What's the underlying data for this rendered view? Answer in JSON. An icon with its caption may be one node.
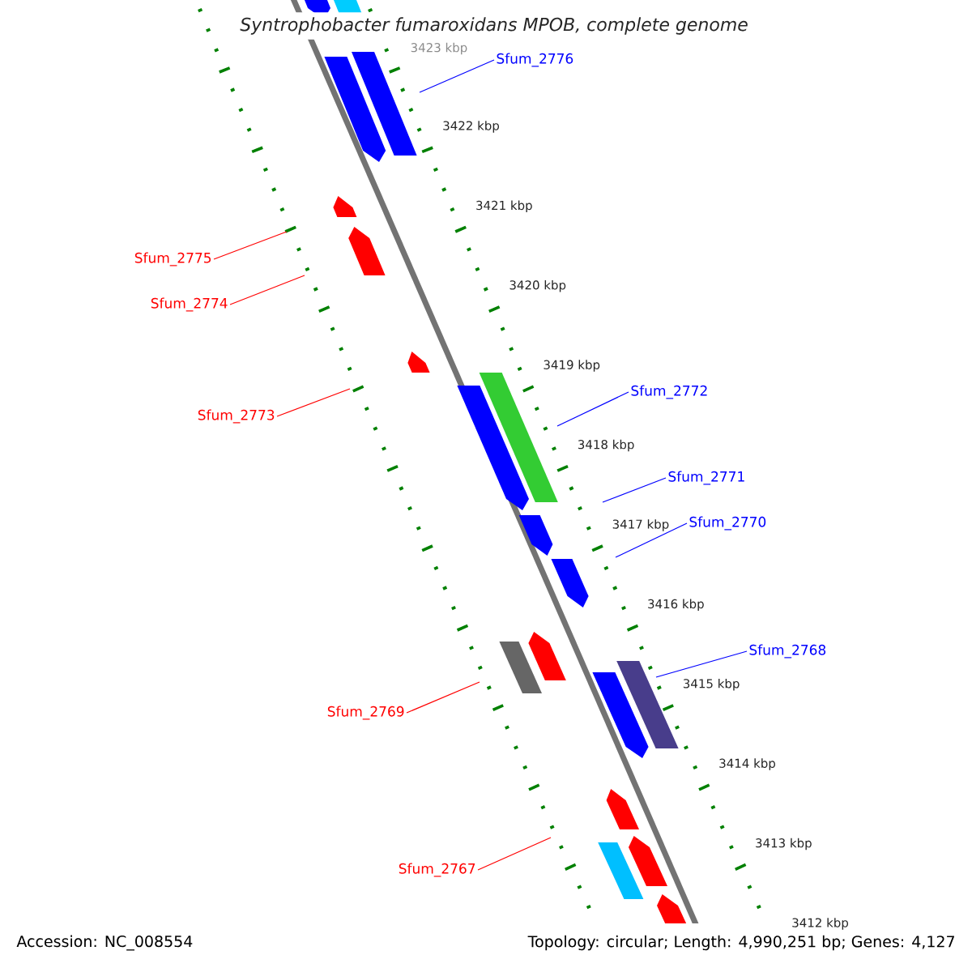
{
  "diagram": {
    "title": "Syntrophobacter fumaroxidans MPOB, complete genome",
    "nodes": [
      {
        "text": [
          "Sfum_2776"
        ]
      },
      {
        "text": [
          "Sfum_2775"
        ]
      },
      {
        "text": [
          "Sfum_2774"
        ]
      },
      {
        "text": [
          "Sfum_2773"
        ]
      },
      {
        "text": [
          "Sfum_2772"
        ]
      },
      {
        "text": [
          "Sfum_2771"
        ]
      },
      {
        "text": [
          "Sfum_2770"
        ]
      },
      {
        "text": [
          "Sfum_2768"
        ]
      },
      {
        "text": [
          "Sfum_2769"
        ]
      },
      {
        "text": [
          "Sfum_2767"
        ]
      }
    ],
    "edges": [
      {
        "from": 0,
        "to": null,
        "arrow": "none",
        "color": "#0000ff"
      },
      {
        "from": 1,
        "to": null,
        "arrow": "none",
        "color": "#ff0000"
      },
      {
        "from": 2,
        "to": null,
        "arrow": "none",
        "color": "#ff0000"
      },
      {
        "from": 3,
        "to": null,
        "arrow": "none",
        "color": "#ff0000"
      },
      {
        "from": 4,
        "to": null,
        "arrow": "none",
        "color": "#0000ff"
      },
      {
        "from": 5,
        "to": null,
        "arrow": "none",
        "color": "#0000ff"
      },
      {
        "from": 6,
        "to": null,
        "arrow": "none",
        "color": "#0000ff"
      },
      {
        "from": 7,
        "to": null,
        "arrow": "none",
        "color": "#0000ff"
      },
      {
        "from": 8,
        "to": null,
        "arrow": "none",
        "color": "#ff0000"
      },
      {
        "from": 9,
        "to": null,
        "arrow": "none",
        "color": "#ff0000"
      }
    ],
    "labels": [
      "3423 kbp",
      "3422 kbp",
      "3421 kbp",
      "3420 kbp",
      "3419 kbp",
      "3418 kbp",
      "3417 kbp",
      "3416 kbp",
      "3415 kbp",
      "3414 kbp",
      "3413 kbp",
      "3412 kbp",
      "Accession: NC_008554",
      "Topology: circular; Length: 4,990,251 bp; Genes: 4,127"
    ]
  }
}
